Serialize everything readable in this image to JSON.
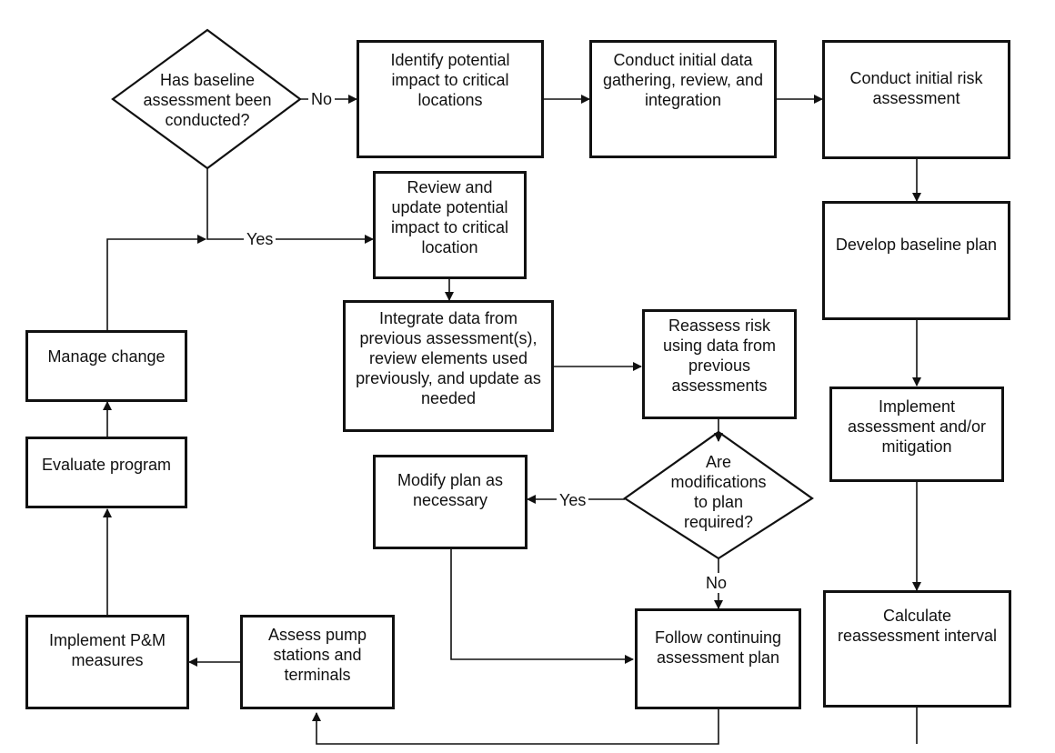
{
  "nodes": {
    "baseline_question": "Has baseline assessment been conducted?",
    "identify_impact": "Identify potential impact to critical locations",
    "initial_data": "Conduct initial data gathering, review, and integration",
    "initial_risk": "Conduct initial risk assessment",
    "review_update": "Review and update potential impact to critical location",
    "develop_plan": "Develop baseline plan",
    "integrate_data": "Integrate data from previous assessment(s), review elements used previously, and update as needed",
    "reassess_risk": "Reassess risk using data from previous assessments",
    "manage_change": "Manage change",
    "implement_assessment": "Implement assessment and/or mitigation",
    "evaluate_program": "Evaluate program",
    "modify_plan": "Modify plan as necessary",
    "modifications_question": "Are modifications to plan required?",
    "calculate_interval": "Calculate reassessment interval",
    "implement_pm": "Implement P&M measures",
    "assess_pump": "Assess pump stations and terminals",
    "follow_plan": "Follow continuing assessment plan"
  },
  "edge_labels": {
    "baseline_no": "No",
    "baseline_yes": "Yes",
    "mods_yes": "Yes",
    "mods_no": "No"
  }
}
